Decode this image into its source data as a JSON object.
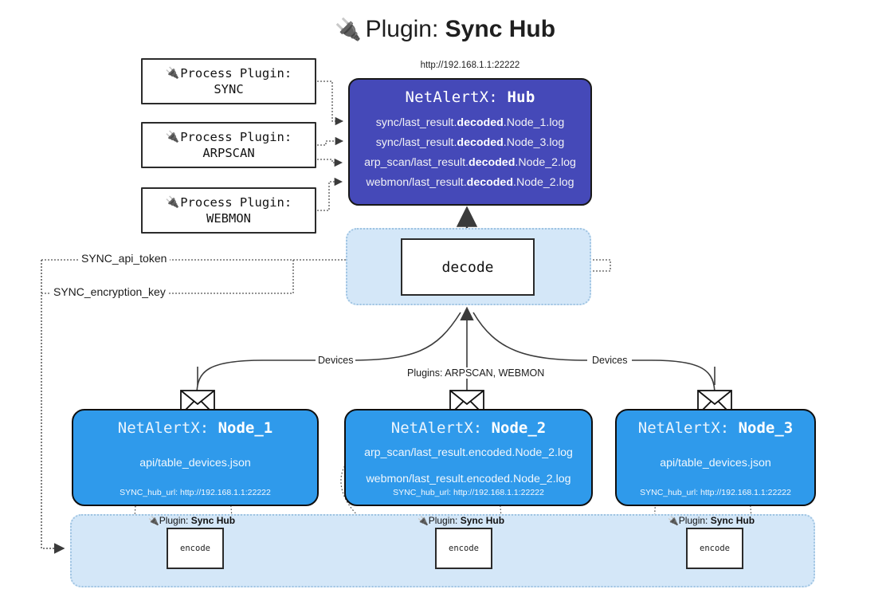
{
  "title": {
    "icon": "plug-icon",
    "prefix": "Plugin:",
    "name": "Sync Hub"
  },
  "hub": {
    "url": "http://192.168.1.1:22222",
    "label_prefix": "NetAlertX:",
    "label_name": "Hub",
    "logs": [
      {
        "pre": "sync/last_result.",
        "em": "decoded",
        "post": ".Node_1.log"
      },
      {
        "pre": "sync/last_result.",
        "em": "decoded",
        "post": ".Node_3.log"
      },
      {
        "pre": "arp_scan/last_result.",
        "em": "decoded",
        "post": ".Node_2.log"
      },
      {
        "pre": "webmon/last_result.",
        "em": "decoded",
        "post": ".Node_2.log"
      }
    ]
  },
  "process_plugins": [
    {
      "icon": "plug-icon",
      "line1": "Process Plugin:",
      "line2": "SYNC"
    },
    {
      "icon": "plug-icon",
      "line1": "Process Plugin:",
      "line2": "ARPSCAN"
    },
    {
      "icon": "plug-icon",
      "line1": "Process Plugin:",
      "line2": "WEBMON"
    }
  ],
  "settings": {
    "api_token": "SYNC_api_token",
    "encryption_key": "SYNC_encryption_key"
  },
  "decode": {
    "label": "decode"
  },
  "edge_labels": {
    "devices_left": "Devices",
    "devices_right": "Devices",
    "plugins_center": "Plugins: ARPSCAN, WEBMON"
  },
  "nodes": [
    {
      "label_prefix": "NetAlertX:",
      "label_name": "Node_1",
      "resources": [
        "api/table_devices.json"
      ],
      "hub_url_label": "SYNC_hub_url: http://192.168.1.1:22222",
      "envelope_icon": "envelope-icon"
    },
    {
      "label_prefix": "NetAlertX:",
      "label_name": "Node_2",
      "resources": [
        "arp_scan/last_result.encoded.Node_2.log",
        "webmon/last_result.encoded.Node_2.log"
      ],
      "hub_url_label": "SYNC_hub_url: http://192.168.1.1:22222",
      "envelope_icon": "envelope-icon"
    },
    {
      "label_prefix": "NetAlertX:",
      "label_name": "Node_3",
      "resources": [
        "api/table_devices.json"
      ],
      "hub_url_label": "SYNC_hub_url: http://192.168.1.1:22222",
      "envelope_icon": "envelope-icon"
    }
  ],
  "encoders": [
    {
      "icon": "plug-icon",
      "prefix": "Plugin:",
      "name": "Sync Hub",
      "box_label": "encode"
    },
    {
      "icon": "plug-icon",
      "prefix": "Plugin:",
      "name": "Sync Hub",
      "box_label": "encode"
    },
    {
      "icon": "plug-icon",
      "prefix": "Plugin:",
      "name": "Sync Hub",
      "box_label": "encode"
    }
  ],
  "colors": {
    "hub_fill": "#4549b8",
    "node_fill": "#2f9aeb",
    "container_fill": "#d4e7f8",
    "container_border": "#9fc4e2",
    "stroke": "#2b2b2b"
  }
}
